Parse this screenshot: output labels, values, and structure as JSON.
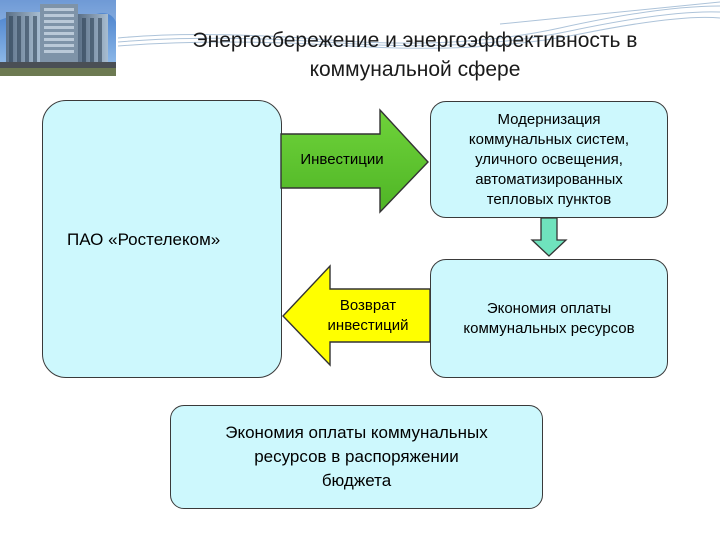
{
  "header": {
    "title_line1": "Энергосбережение и энергоэффективность в",
    "title_line2": "коммунальной сфере"
  },
  "diagram": {
    "rostelecom": "ПАО «Ростелеком»",
    "investments": "Инвестиции",
    "modernization": [
      "Модернизация",
      "коммунальных систем,",
      "уличного освещения,",
      "автоматизированных",
      "тепловых пунктов"
    ],
    "return_investments": [
      "Возврат",
      "инвестиций"
    ],
    "economy_payments": [
      "Экономия оплаты",
      "коммунальных ресурсов"
    ],
    "budget": [
      "Экономия оплаты коммунальных",
      "ресурсов в распоряжении",
      "бюджета"
    ]
  },
  "colors": {
    "box_fill": "#cdf8fd",
    "arrow_green": "#66cc33",
    "arrow_yellow": "#ffff00",
    "down_arrow": "#6fe3bd"
  }
}
